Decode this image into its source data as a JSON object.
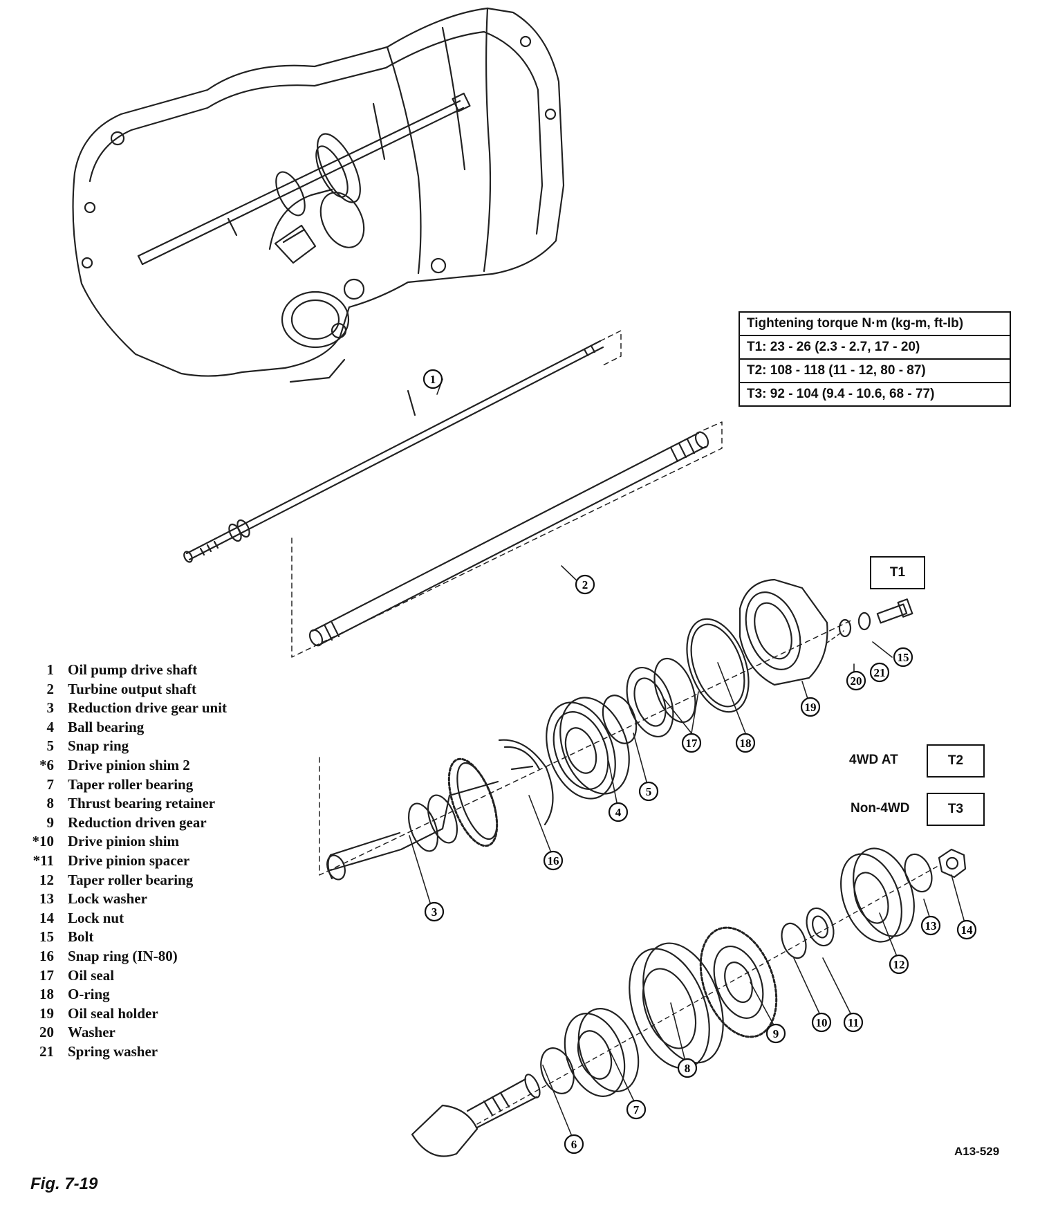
{
  "torque_table": {
    "header": "Tightening torque  N·m (kg-m, ft-lb)",
    "rows": [
      "T1:  23 - 26 (2.3 - 2.7, 17 - 20)",
      "T2:  108 - 118 (11 - 12, 80 - 87)",
      "T3:  92 - 104 (9.4 - 10.6, 68 - 77)"
    ]
  },
  "parts": [
    {
      "num": "1",
      "name": "Oil pump drive shaft"
    },
    {
      "num": "2",
      "name": "Turbine output shaft"
    },
    {
      "num": "3",
      "name": "Reduction drive gear unit"
    },
    {
      "num": "4",
      "name": "Ball bearing"
    },
    {
      "num": "5",
      "name": "Snap ring"
    },
    {
      "num": "*6",
      "name": "Drive pinion shim 2"
    },
    {
      "num": "7",
      "name": "Taper roller bearing"
    },
    {
      "num": "8",
      "name": "Thrust bearing retainer"
    },
    {
      "num": "9",
      "name": "Reduction driven gear"
    },
    {
      "num": "*10",
      "name": "Drive pinion shim"
    },
    {
      "num": "*11",
      "name": "Drive pinion spacer"
    },
    {
      "num": "12",
      "name": "Taper roller bearing"
    },
    {
      "num": "13",
      "name": "Lock washer"
    },
    {
      "num": "14",
      "name": "Lock nut"
    },
    {
      "num": "15",
      "name": "Bolt"
    },
    {
      "num": "16",
      "name": "Snap ring (IN-80)"
    },
    {
      "num": "17",
      "name": "Oil seal"
    },
    {
      "num": "18",
      "name": "O-ring"
    },
    {
      "num": "19",
      "name": "Oil seal holder"
    },
    {
      "num": "20",
      "name": "Washer"
    },
    {
      "num": "21",
      "name": "Spring washer"
    }
  ],
  "torque_labels": {
    "t1": "T1",
    "t2": "T2",
    "t3": "T3"
  },
  "variants": {
    "four_wd": "4WD AT",
    "non_four_wd": "Non-4WD"
  },
  "callouts": [
    "1",
    "2",
    "3",
    "4",
    "5",
    "6",
    "7",
    "8",
    "9",
    "10",
    "11",
    "12",
    "13",
    "14",
    "15",
    "16",
    "17",
    "18",
    "19",
    "20",
    "21"
  ],
  "figure_label": "Fig. 7-19",
  "reference_code": "A13-529"
}
